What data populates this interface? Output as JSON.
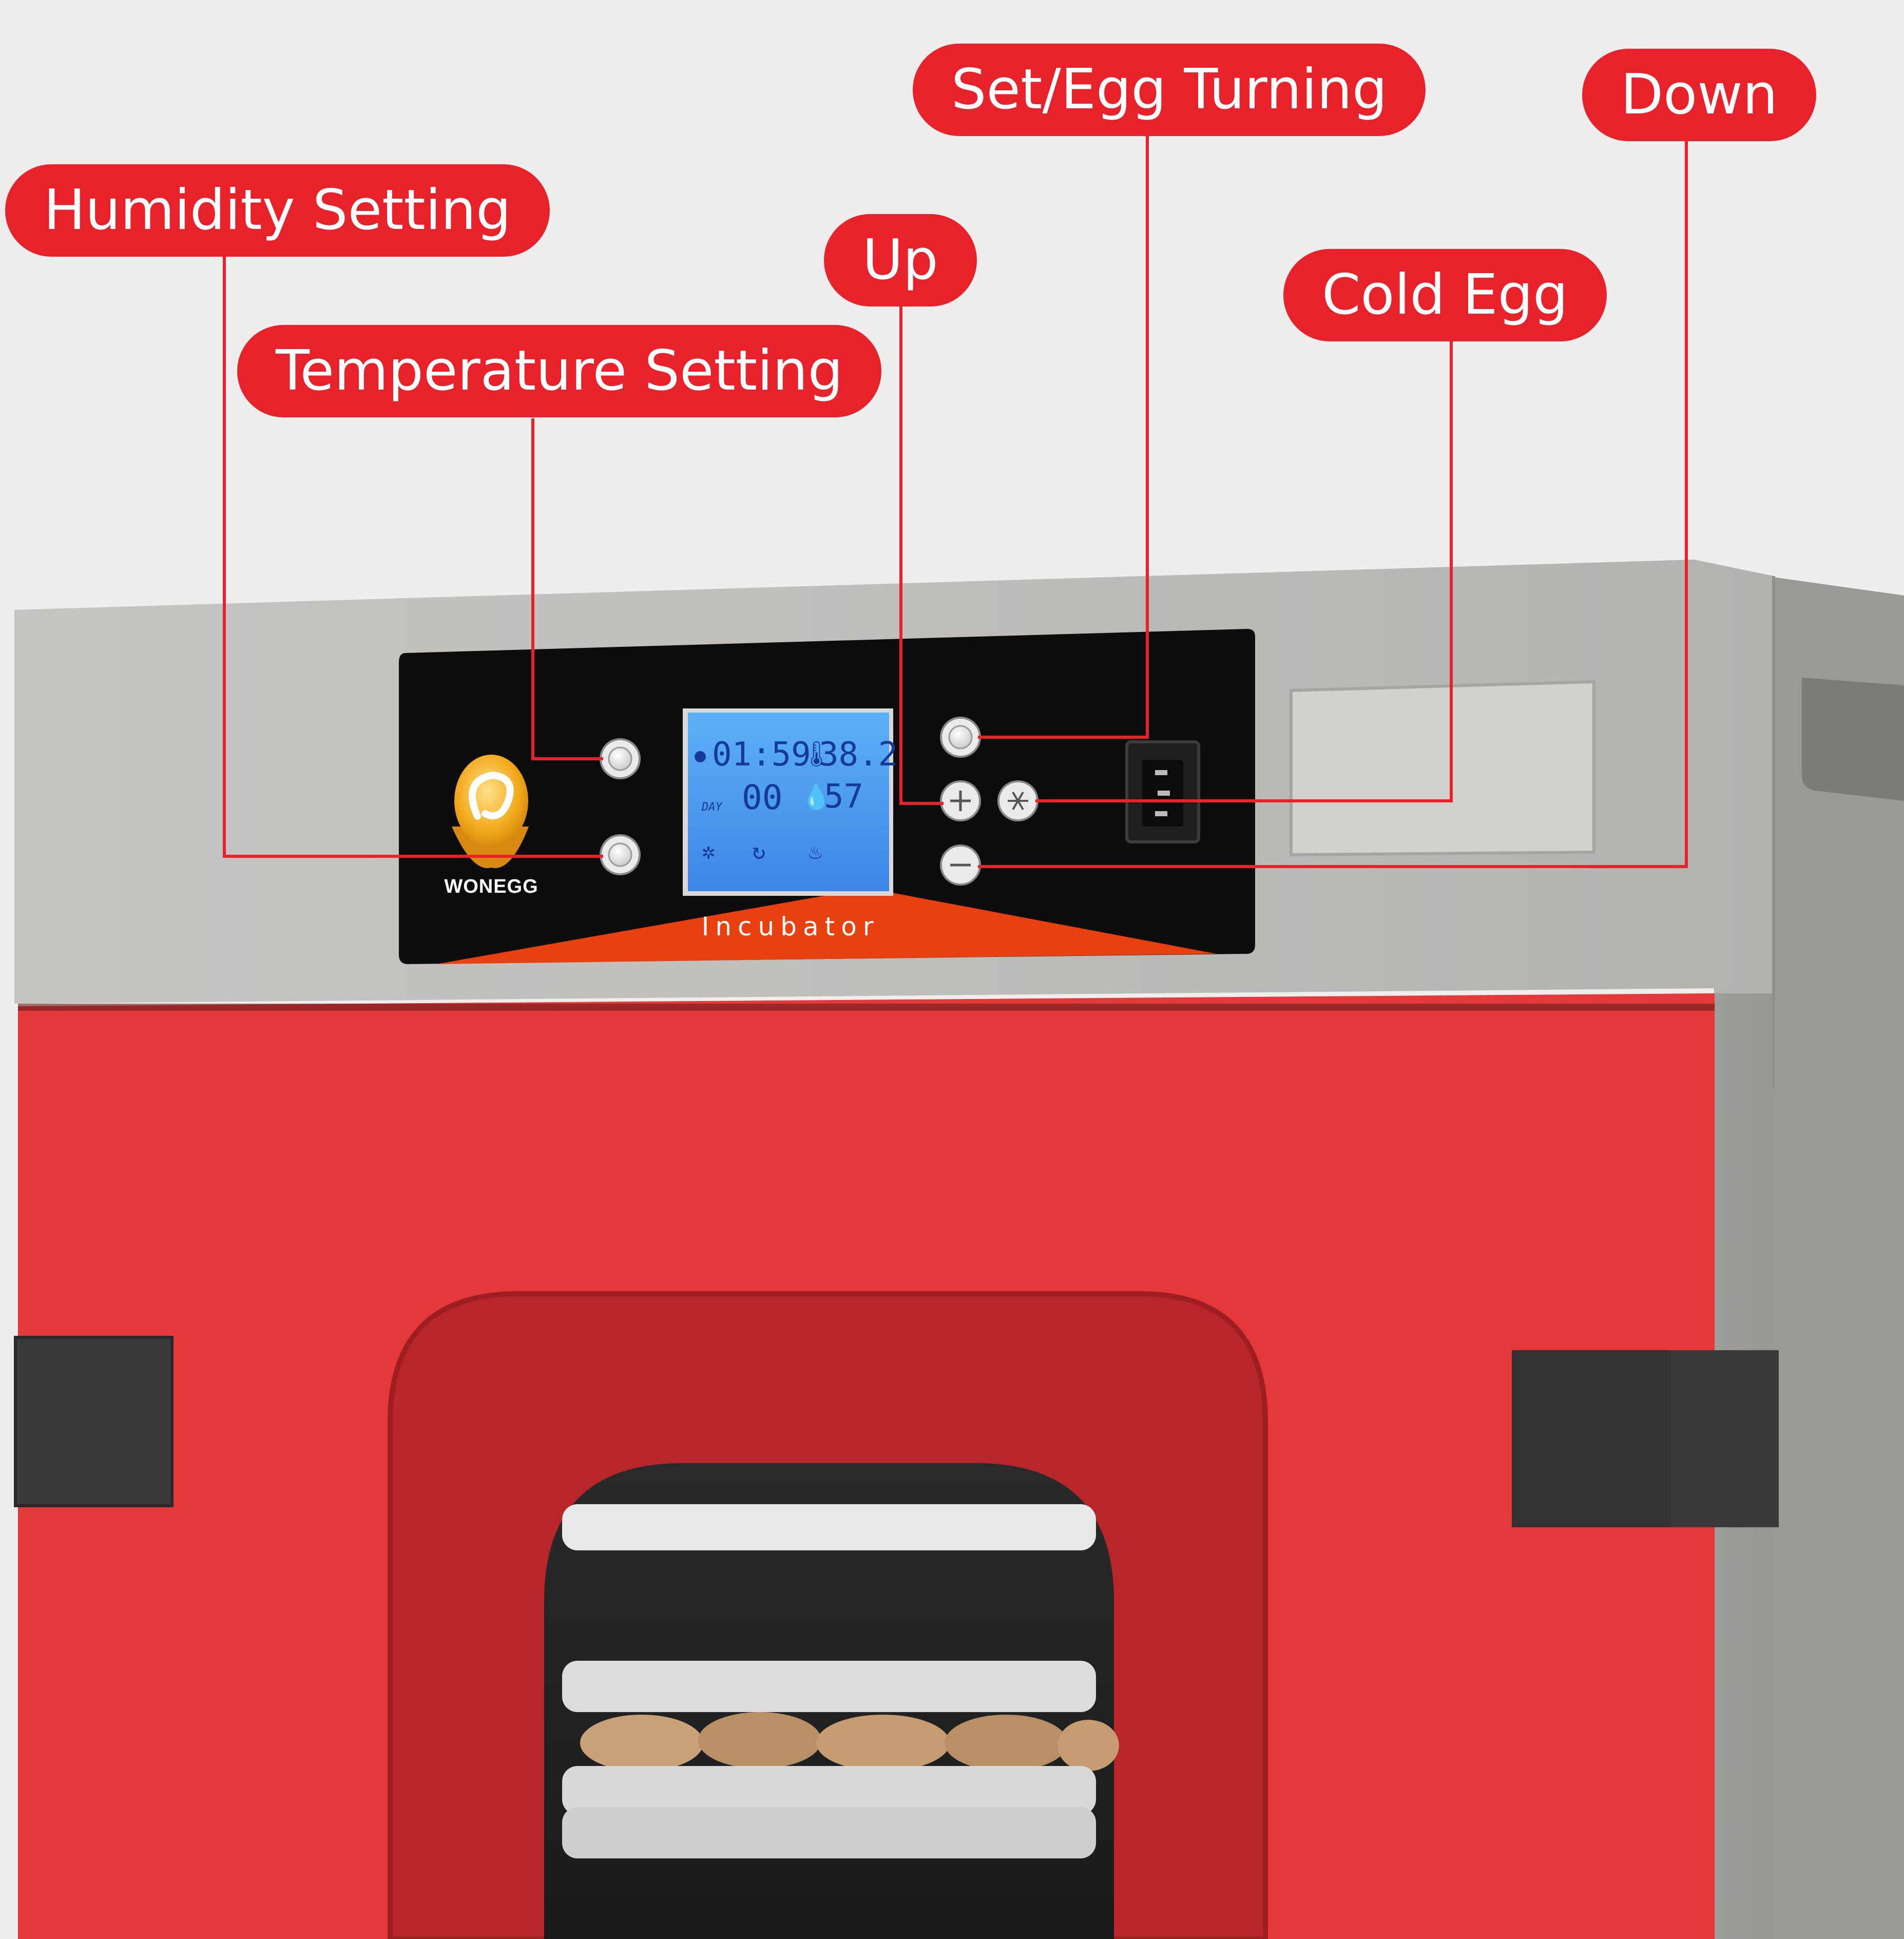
{
  "callouts": {
    "humidity_setting": "Humidity Setting",
    "temperature_setting": "Temperature Setting",
    "up": "Up",
    "set_egg_turning": "Set/Egg Turning",
    "cold_egg": "Cold Egg",
    "down": "Down"
  },
  "control_panel": {
    "brand": "WONEGG",
    "label": "Incubator",
    "lcd": {
      "time": "01:59",
      "temperature": "38.2",
      "day_label": "DAY",
      "day_value": "00",
      "humidity": "57"
    }
  },
  "colors": {
    "accent_red": "#e8222b",
    "body_red": "#e5383b",
    "panel_black": "#0d0d0d",
    "lcd_blue": "#4a9df0",
    "housing_gray": "#bdbcb9"
  },
  "icons": {
    "brand_logo": "golden-egg-logo-icon",
    "temperature_button": "round-button-icon",
    "humidity_button": "round-button-icon",
    "set_button": "round-button-icon",
    "up_button": "plus-icon",
    "down_button": "minus-icon",
    "cold_egg_button": "snowflake-icon",
    "power_socket": "power-socket-icon"
  }
}
